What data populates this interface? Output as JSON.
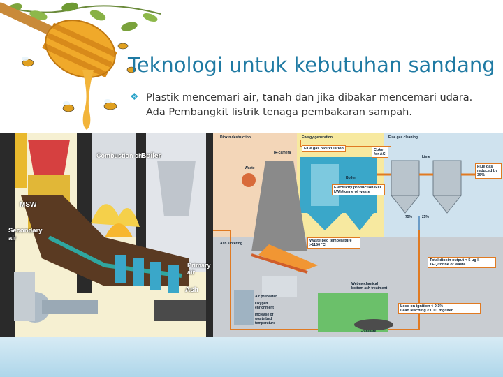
{
  "slide": {
    "title": "Teknologi untuk kebutuhan sandang",
    "bullet_line1": "Plastik mencemari air, tanah dan jika dibakar mencemari udara.",
    "bullet_line2": "Ada Pembangkit listrik tenaga pembakaran sampah."
  },
  "left_diagram": {
    "combustion": "Combustion chamber",
    "boiler": "Boiler",
    "msw": "MSW",
    "secondary_air": "Secondary air",
    "primary_air": "Primary air",
    "ash": "Ash"
  },
  "right_diagram": {
    "dioxin": "Dioxin destruction",
    "energy": "Energy generation",
    "flue_gas_cleaning": "Flue gas cleaning",
    "flue_gas_recirc": "Flue gas recirculation",
    "ir_camera": "IR-camera",
    "coke": "Coke for AC",
    "lime": "Lime",
    "waste": "Waste",
    "boiler": "Boiler",
    "electricity": "Electricity production 600 kWh/tonne of waste",
    "flue_gas_reduced": "Flue gas reduced by 35%",
    "pct75": "75%",
    "pct25": "25%",
    "ash_sintering": "Ash sintering",
    "waste_bed_temp": "Waste bed temperature >1150 °C",
    "dioxin_output": "Total dioxin output < 5 μg I-TEQ/tonne of waste",
    "wet_mech": "Wet-mechanical bottom ash treatment",
    "air_preheater": "Air preheater",
    "oxygen": "Oxygen enrichment",
    "increase": "Increase of waste bed temperature",
    "loss": "Loss on ignition < 0.1%",
    "leaching": "Lead leaching < 0.01 mg/liter",
    "granulate": "Granulate"
  }
}
